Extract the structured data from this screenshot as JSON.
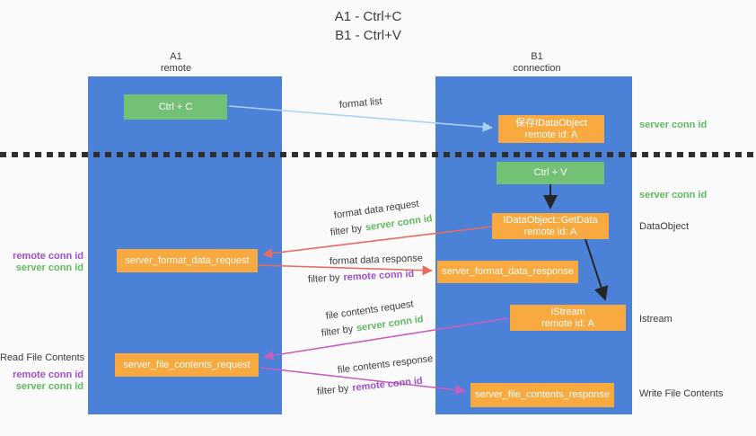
{
  "title": {
    "line1": "A1 - Ctrl+C",
    "line2": "B1 - Ctrl+V"
  },
  "columns": {
    "a": {
      "name": "A1",
      "subtitle": "remote"
    },
    "b": {
      "name": "B1",
      "subtitle": "connection"
    }
  },
  "boxes": {
    "ctrl_c": "Ctrl + C",
    "ctrl_v": "Ctrl + V",
    "save_idataobject": {
      "line1": "保存IDataObject",
      "line2": "remote id: A"
    },
    "idataobject_getdata": {
      "line1": "IDataObject::GetData",
      "line2": "remote id: A"
    },
    "istream": {
      "line1": "IStream",
      "line2": "remote id: A"
    },
    "server_format_data_request": "server_format_data_request",
    "server_format_data_response": "server_format_data_response",
    "server_file_contents_request": "server_file_contents_request",
    "server_file_contents_response": "server_file_contents_response"
  },
  "flow_labels": {
    "format_list": "format list",
    "format_data_request": "format data request",
    "format_data_response": "format data response",
    "file_contents_request": "file contents request",
    "file_contents_response": "file contents response",
    "filter_by": "filter by",
    "server_conn_id": "server conn id",
    "remote_conn_id": "remote conn id"
  },
  "side_labels": {
    "server_conn_id": "server conn id",
    "remote_conn_id": "remote conn id",
    "dataobject": "DataObject",
    "istream": "Istream",
    "read_file_contents": "Read File Contents",
    "write_file_contents": "Write File Contents"
  },
  "colors": {
    "background": "#fafafa",
    "column_blue": "#4c81d8",
    "box_green": "#74c175",
    "box_orange": "#f8a93f",
    "label_green": "#5eb95e",
    "label_purple": "#a04fc9",
    "arrow_blue": "#a9d3f2",
    "arrow_red": "#e96b5f",
    "arrow_magenta": "#c75ec2",
    "arrow_black": "#262626",
    "text_dark": "#3a3a3a"
  }
}
